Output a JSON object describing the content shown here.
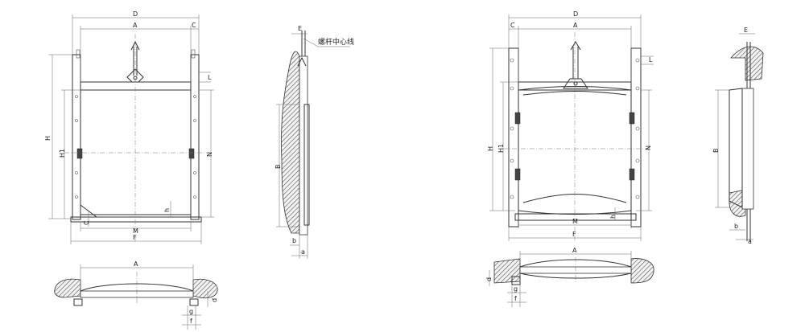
{
  "left_gate": {
    "front": {
      "D": "D",
      "A": "A",
      "C": "C",
      "L": "L",
      "H": "H",
      "H1": "H1",
      "N": "N",
      "M": "M",
      "F": "F",
      "h": "h",
      "C2": "C"
    },
    "side": {
      "E": "E",
      "stem_center": "螺杆中心线",
      "B": "B",
      "b": "b",
      "a": "a"
    },
    "bottom": {
      "A": "A",
      "d": "d",
      "g": "g",
      "f": "f"
    }
  },
  "right_gate": {
    "front": {
      "D": "D",
      "C": "C",
      "A": "A",
      "L": "L",
      "H": "H",
      "H1": "H1",
      "N": "N",
      "M": "M",
      "F": "F",
      "h": "h"
    },
    "side": {
      "E": "E",
      "B": "B",
      "b": "b",
      "a": "a"
    },
    "bottom": {
      "A": "A",
      "d": "d",
      "g": "g",
      "f": "f"
    }
  }
}
